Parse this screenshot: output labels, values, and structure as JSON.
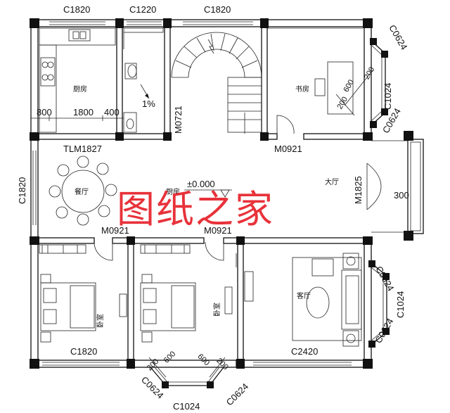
{
  "watermark": "图纸之家",
  "rooms": {
    "kitchen": "厨房",
    "study": "书房",
    "dining": "餐厅",
    "kitchen2": "厨房",
    "hall": "大厅",
    "living": "客厅",
    "bedroom_left": "卧室",
    "bedroom_right": "卧室"
  },
  "labels": {
    "c1820_top_left": "C1820",
    "c1220_top": "C1220",
    "c1820_top_mid": "C1820",
    "c0624_tr_a": "C0624",
    "c1024_tr": "C1024",
    "c0624_tr_b": "C0624",
    "dim_800": "800",
    "dim_1800": "1800",
    "dim_400": "400",
    "slope": "1%",
    "m0721": "M0721",
    "m0921_top": "M0921",
    "tlm1827": "TLM1827",
    "c1820_left": "C1820",
    "elevation": "±0.000",
    "m1825": "M1825",
    "dim_300": "300",
    "m0921_left": "M0921",
    "m0921_mid": "M0921",
    "c0624_r_a": "C0624",
    "c1024_r": "C1024",
    "c0624_r_b": "C0624",
    "c1820_bottom": "C1820",
    "c2420_bottom": "C2420",
    "c0624_bl": "C0624",
    "c1024_bottom": "C1024",
    "c0624_br": "C0624",
    "dim_200_a": "200",
    "dim_600_a": "600",
    "dim_600_b": "600",
    "dim_200_b": "200",
    "dim_200_study": "200",
    "dim_600_study": "600",
    "dim_200_study_b": "200"
  }
}
